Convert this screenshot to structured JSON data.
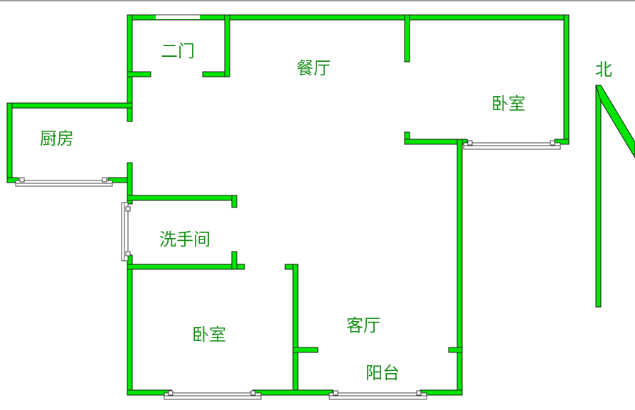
{
  "colors": {
    "wall": "#00e600",
    "wall_outline": "#1a1a1a",
    "label": "#1a8f1a",
    "window": "#404040",
    "background": "#ffffff"
  },
  "rooms": {
    "second_door": "二门",
    "dining_room": "餐厅",
    "bedroom_north": "卧室",
    "kitchen": "厨房",
    "bathroom": "洗手间",
    "bedroom_south": "卧室",
    "living_room": "客厅",
    "balcony": "阳台"
  },
  "compass": {
    "label": "北",
    "icon": "north-arrow-icon"
  }
}
